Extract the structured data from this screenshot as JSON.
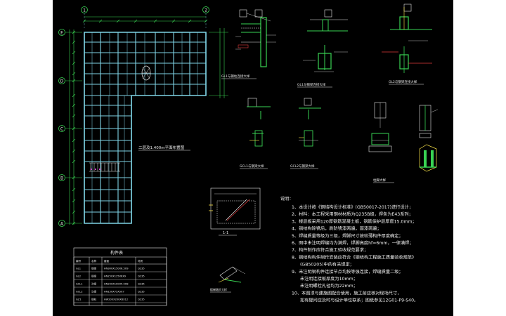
{
  "canvas": {
    "background": "#000000",
    "margin_color": "#ffffff"
  },
  "colors": {
    "beam": "#7fd4e6",
    "dim": "#39d353",
    "text": "#e8e8e8",
    "yellow": "#ffe84a",
    "red": "#e23b3b",
    "magenta": "#c845c8",
    "white": "#f2f2f2"
  },
  "plan": {
    "title": "二层及1.400m平面布置图",
    "grid_top": [
      "1",
      "2"
    ],
    "grid_left": [
      "E",
      "D",
      "C",
      "B",
      "A"
    ]
  },
  "details": {
    "gl1_a": "GL1与钢柱连接大样",
    "gl1_b": "GL1与钢梁连接大样",
    "gl2": "GL2与钢梁连接大样",
    "gcl1": "GCL1与钢梁大样",
    "gcl2": "GCL2与钢梁大样",
    "column": "柱脚大样",
    "section": "1-1",
    "stair": "楼梯踏步大样"
  },
  "notes": {
    "heading": "说明：",
    "lines": [
      "1、本设计按《钢结构设计标准》(GB50017-2017)进行设计；",
      "2、材料：本工程采用钢材材质为Q235B级，焊条为E43系列；",
      "3、楼层板采用120厚钢筋混凝土板，钢筋保护层厚度15.0mm；",
      "4、钢结构除锈后，刷防锈漆两遍，面漆两遍；",
      "5、焊缝质量等级为三级，焊脚尺寸按较薄构件厚度确定；",
      "6、图中未注明焊缝均为满焊，焊脚高度hf=6mm，一律满焊；",
      "7、构件制作应符合施工验收规范要求；",
      "8、钢结构构件制作安装应符合《钢结构工程施工质量验收规范》",
      "(GB50205)中的有关规定；",
      "9、未注明钢构件连接节点均按等强连接，焊缝质量二级；",
      "未注明连接板厚度为10mm；",
      "未注明螺栓孔径均为22mm；",
      "10、本图须与建施图配合使用，施工前应核对现场尺寸，",
      "如有疑问应及时与设计单位联系；图纸参见12G01-P9-S40。"
    ]
  },
  "table": {
    "title": "构件表",
    "headers": [
      "编号",
      "名称",
      "截面",
      "材质"
    ],
    "rows": [
      [
        "GL1",
        "钢梁",
        "HN300X150X6.5X9",
        "Q235"
      ],
      [
        "GL2",
        "钢梁",
        "HN250X125X6X9",
        "Q235"
      ],
      [
        "GCL1",
        "次梁",
        "HN200X100X5.5X8",
        "Q235"
      ],
      [
        "GCL2",
        "次梁",
        "HN150X75X5X7",
        "Q235"
      ],
      [
        "GZ1",
        "钢柱",
        "HW200X200X8X12",
        "Q235"
      ]
    ]
  }
}
